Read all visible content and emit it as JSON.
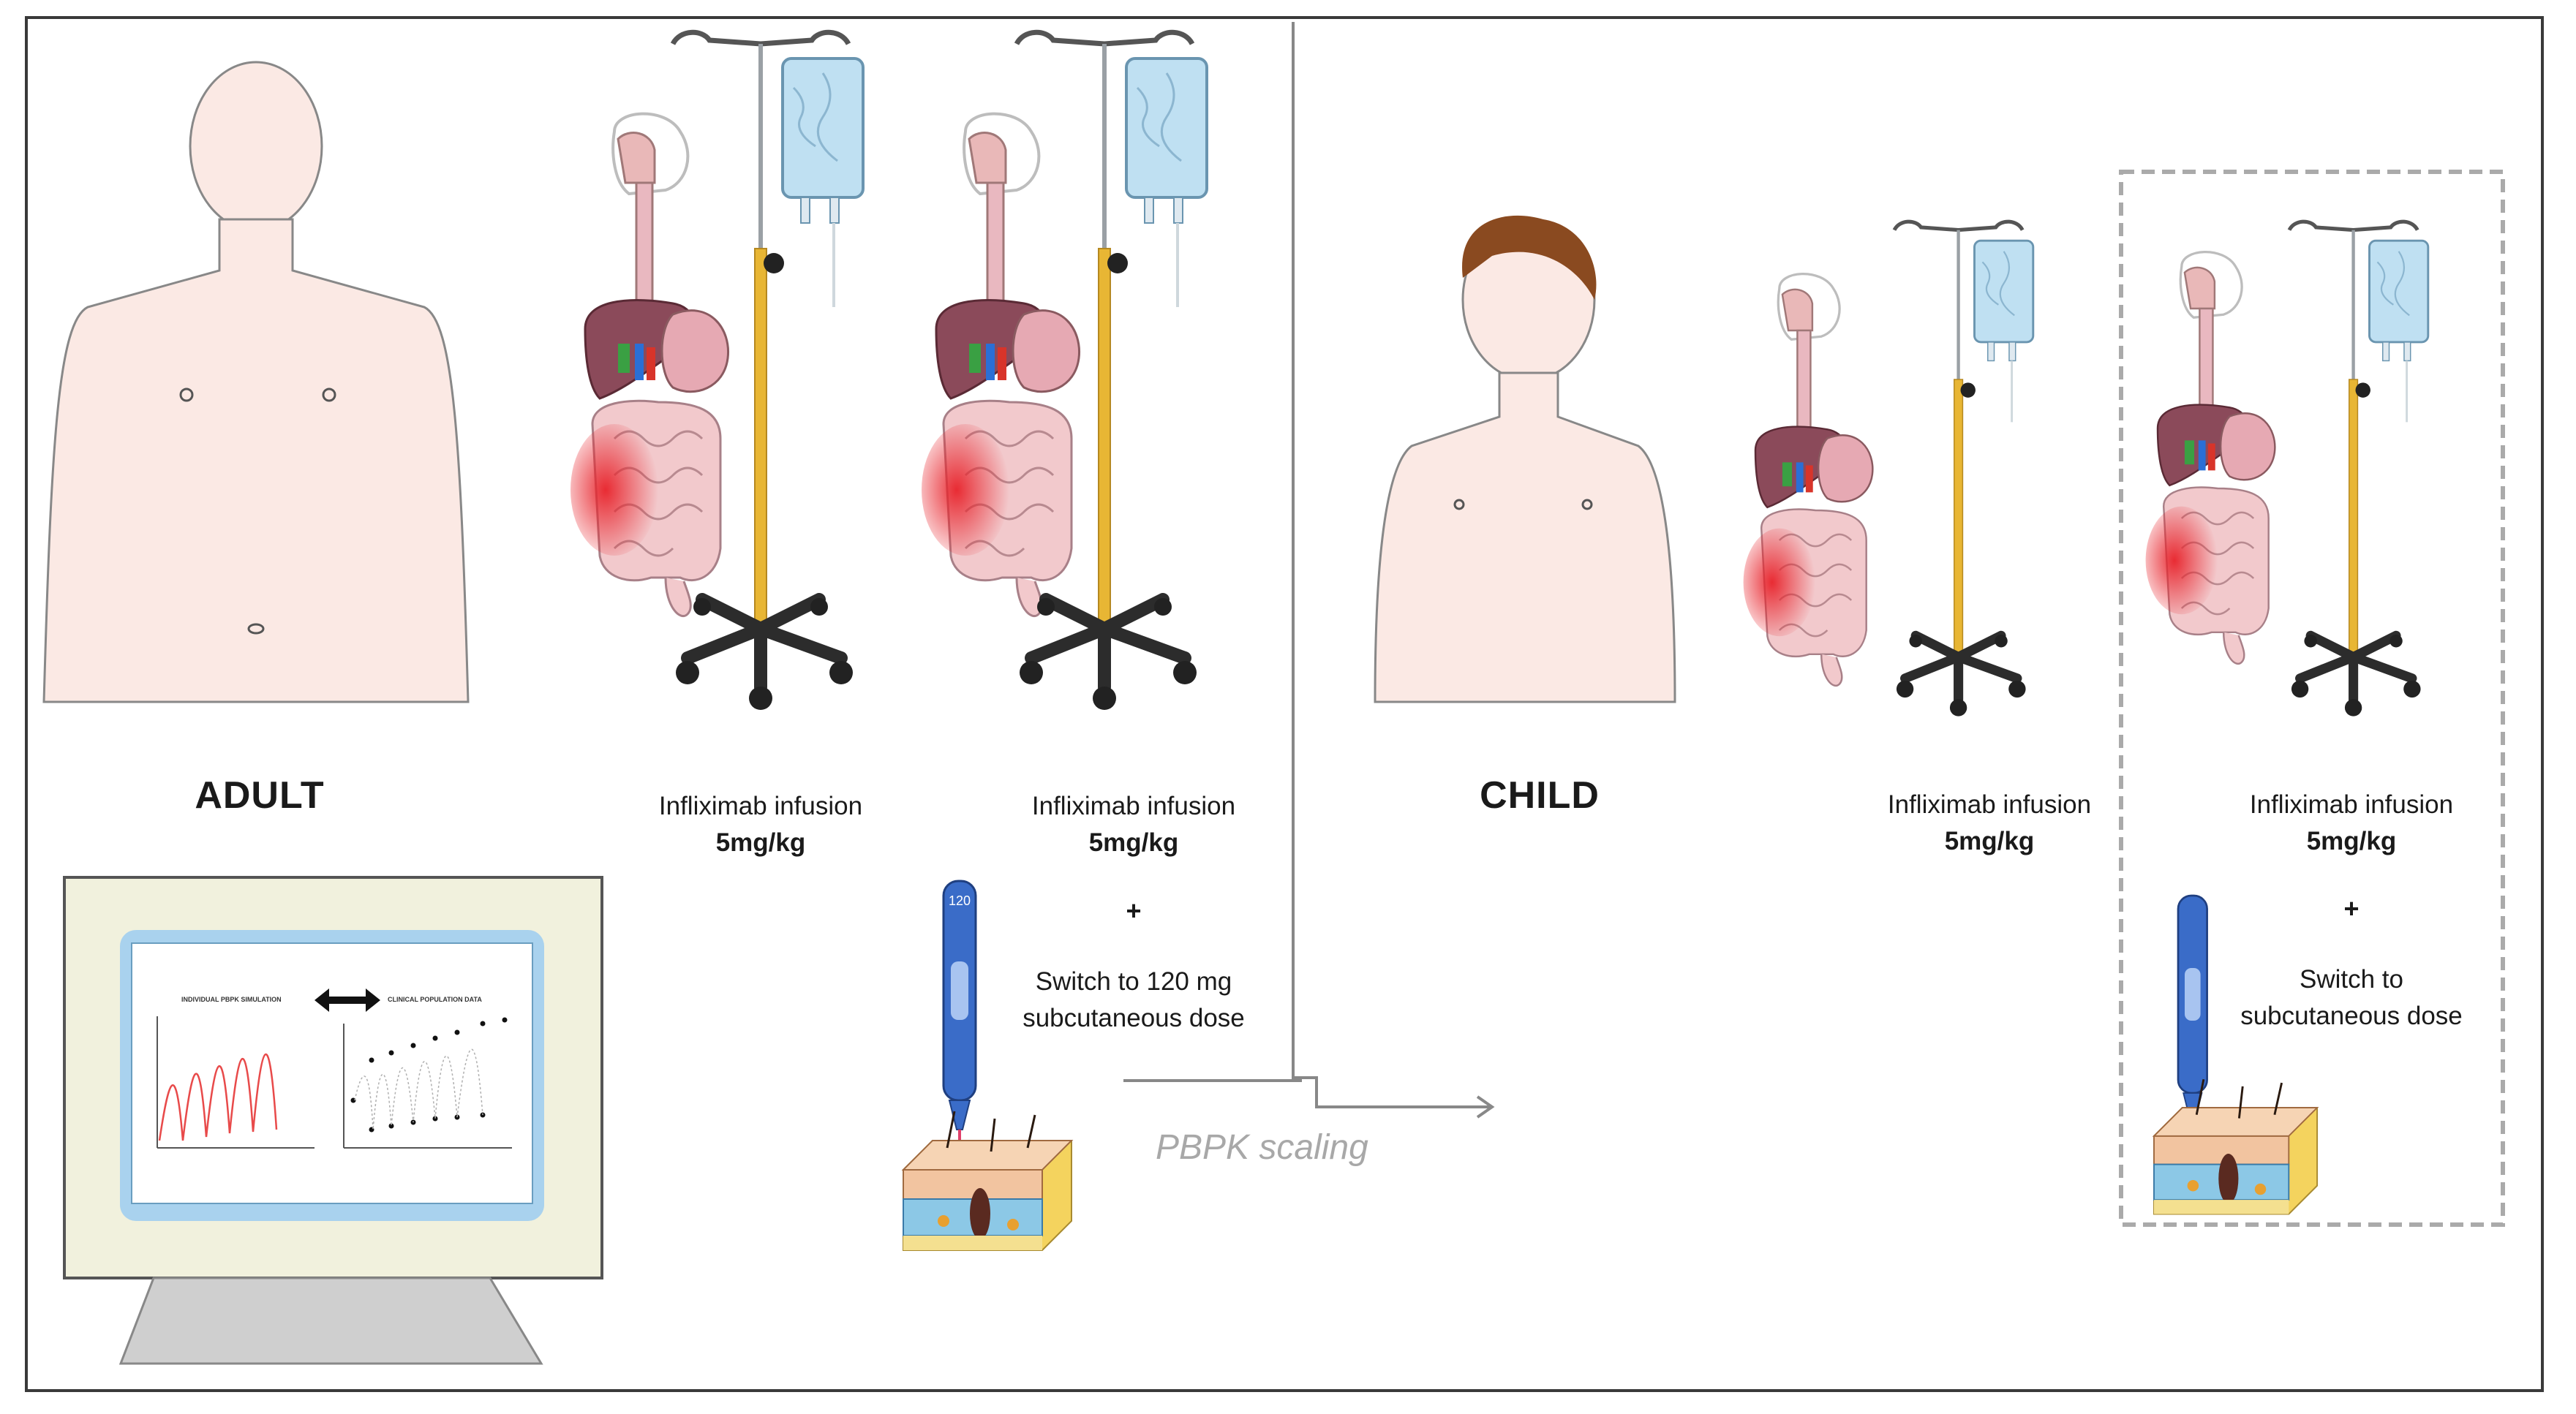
{
  "adult": {
    "title": "ADULT"
  },
  "child": {
    "title": "CHILD"
  },
  "columns": {
    "adult_iv": {
      "line1": "Infliximab infusion",
      "dose": "5mg/kg"
    },
    "adult_switch": {
      "line1": "Infliximab infusion",
      "dose": "5mg/kg",
      "plus": "+",
      "switch1": "Switch to 120 mg",
      "switch2": "subcutaneous dose"
    },
    "child_iv": {
      "line1": "Infliximab infusion",
      "dose": "5mg/kg"
    },
    "child_switch": {
      "line1": "Infliximab infusion",
      "dose": "5mg/kg",
      "plus": "+",
      "switch1": "Switch to",
      "switch2": "subcutaneous dose"
    }
  },
  "pen_label": "120",
  "scaling_label": "PBPK scaling",
  "monitor": {
    "left_title": "INDIVIDUAL PBPK SIMULATION",
    "right_title": "CLINICAL POPULATION DATA"
  },
  "colors": {
    "simulation_line": "#e84a4a",
    "inflammation": "#e8232b",
    "pole": "#e8b634",
    "bag": "#bfe0f2"
  }
}
